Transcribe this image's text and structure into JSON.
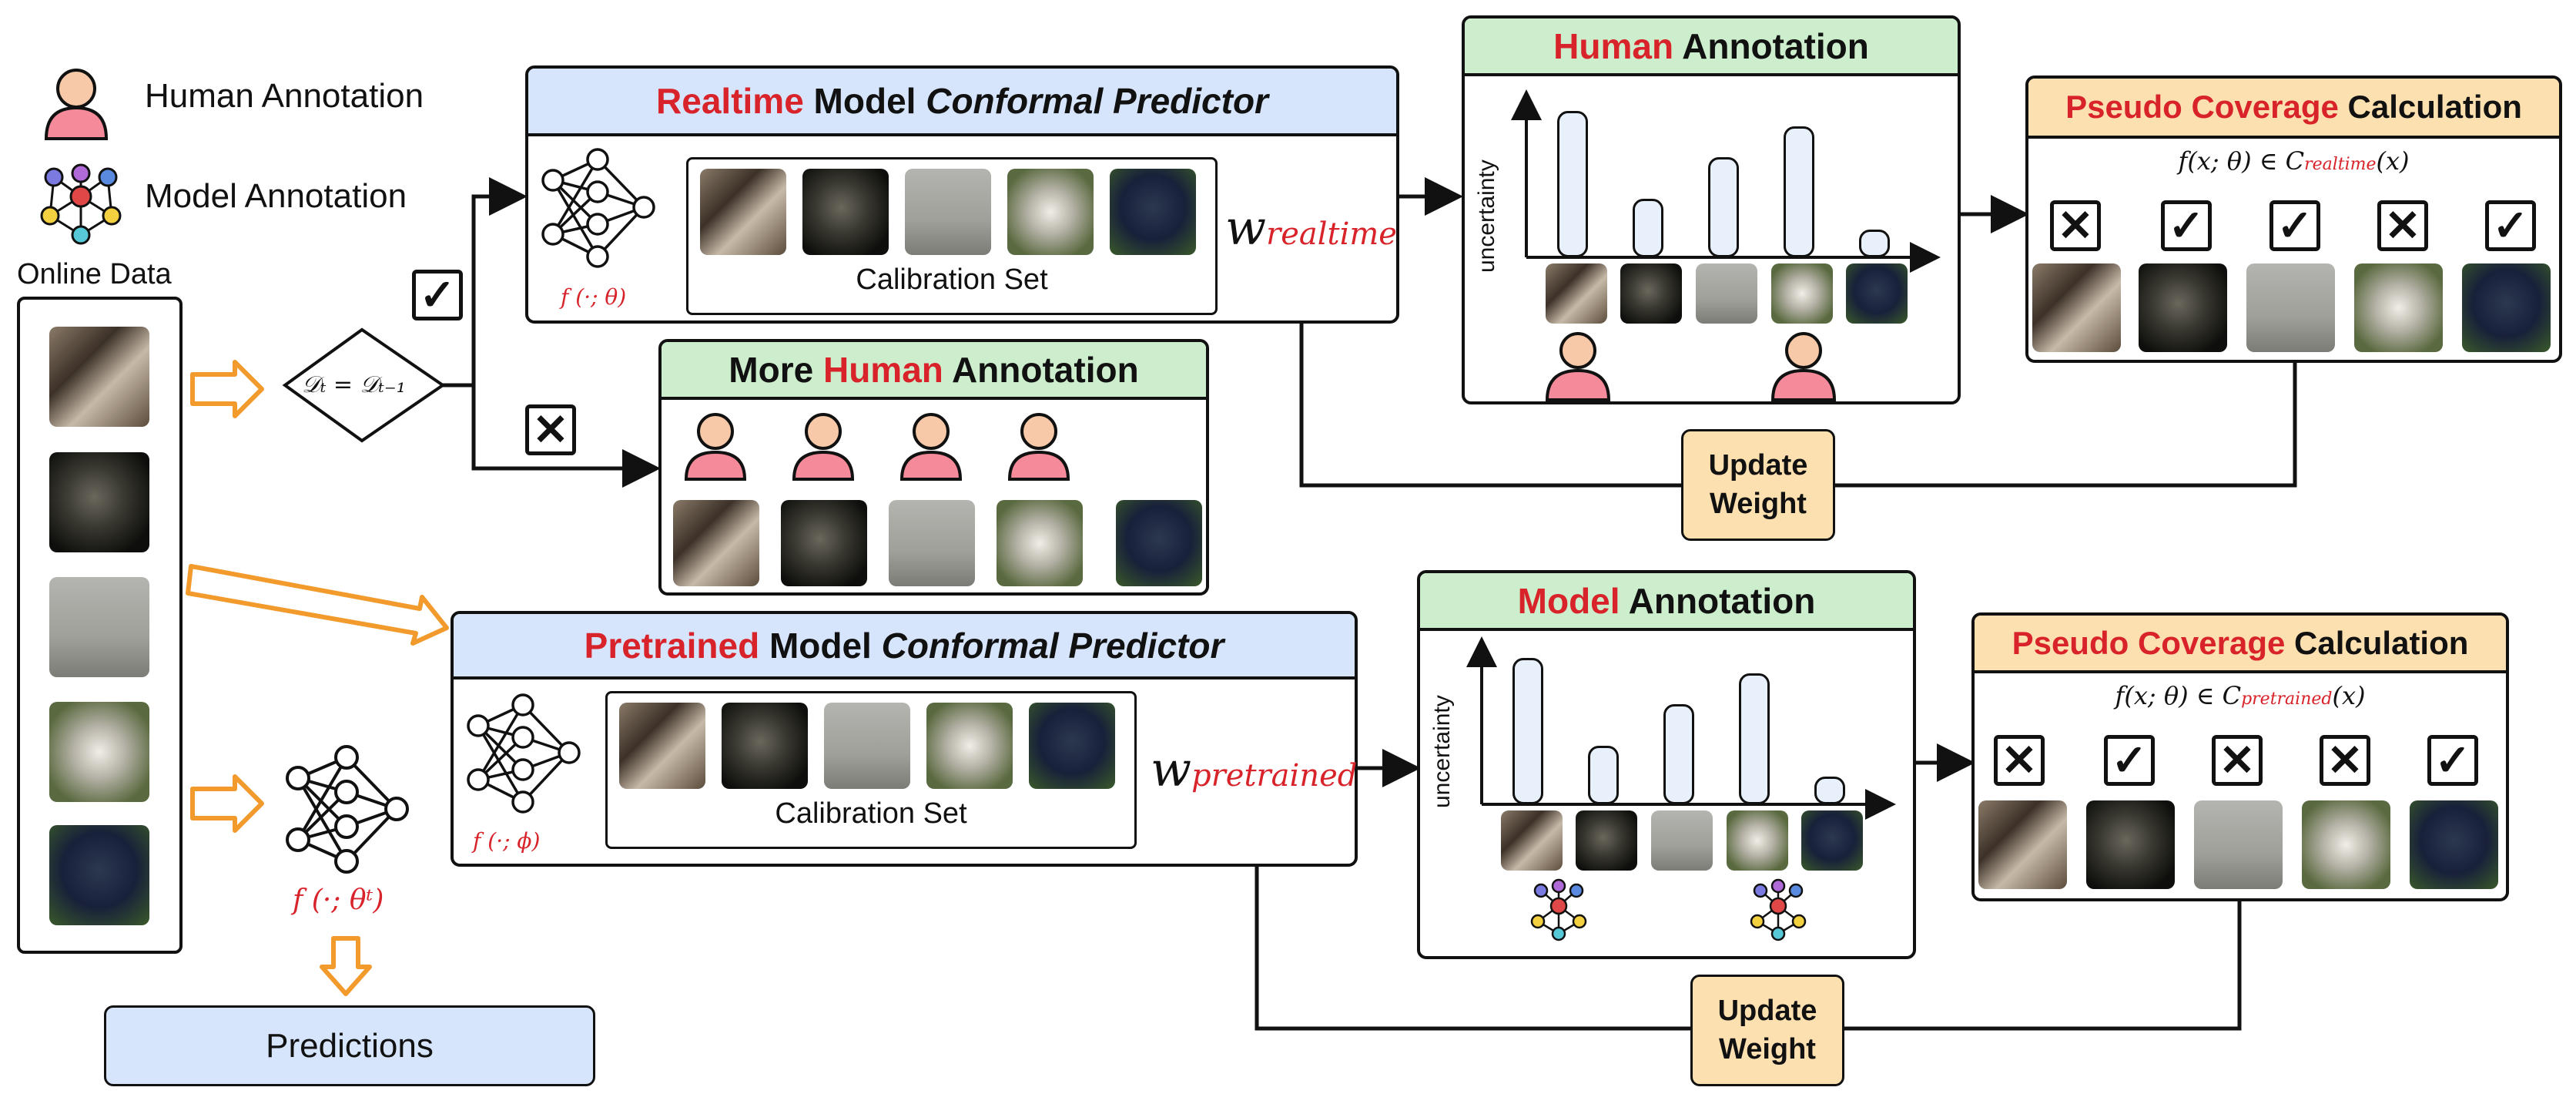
{
  "legend": {
    "human_label": "Human Annotation",
    "model_label": "Model Annotation"
  },
  "online_data": {
    "title": "Online Data"
  },
  "decision": {
    "condition": "𝒟ₜ = 𝒟ₜ₋₁"
  },
  "realtime_predictor": {
    "title_colored": "Realtime",
    "title_model": " Model ",
    "title_conformal": "Conformal Predictor",
    "calibration_label": "Calibration Set",
    "function_label": "f (·; θ)",
    "weight_base": "w",
    "weight_sub": "realtime"
  },
  "pretrained_predictor": {
    "title_colored": "Pretrained",
    "title_model": " Model ",
    "title_conformal": "Conformal Predictor",
    "calibration_label": "Calibration Set",
    "function_label": "f (·; ϕ)",
    "weight_base": "w",
    "weight_sub": "pretrained"
  },
  "more_human": {
    "title_pre": "More ",
    "title_colored": "Human",
    "title_post": " Annotation"
  },
  "human_annotation": {
    "title_colored": "Human",
    "title_post": " Annotation",
    "y_label": "uncertainty",
    "bars": [
      0.95,
      0.38,
      0.65,
      0.85,
      0.18
    ]
  },
  "model_annotation": {
    "title_colored": "Model",
    "title_post": " Annotation",
    "y_label": "uncertainty",
    "bars": [
      0.95,
      0.38,
      0.65,
      0.85,
      0.18
    ]
  },
  "coverage_realtime": {
    "title_colored": "Pseudo Coverage",
    "title_post": " Calculation",
    "formula_pre": "f(x; θ) ∈ C",
    "formula_sub": "realtime",
    "formula_post": "(x)",
    "marks": [
      "✕",
      "✓",
      "✓",
      "✕",
      "✓"
    ]
  },
  "coverage_pretrained": {
    "title_colored": "Pseudo Coverage",
    "title_post": " Calculation",
    "formula_pre": "f(x; θ) ∈ C",
    "formula_sub": "pretrained",
    "formula_post": "(x)",
    "marks": [
      "✕",
      "✓",
      "✕",
      "✕",
      "✓"
    ]
  },
  "update_weight_top": {
    "line1": "Update",
    "line2": "Weight"
  },
  "update_weight_bottom": {
    "line1": "Update",
    "line2": "Weight"
  },
  "online_model": {
    "function_label": "f (·; θᵗ)"
  },
  "predictions": {
    "label": "Predictions"
  },
  "decision_marks": {
    "yes": "✓",
    "no": "✕"
  },
  "colors": {
    "accent_red": "#d8232a",
    "header_blue": "#d6e5fb",
    "header_green": "#cdeecd",
    "header_orange": "#fde0b0",
    "arrow_orange": "#f39a2d",
    "person_pink": "#f48a9a"
  }
}
